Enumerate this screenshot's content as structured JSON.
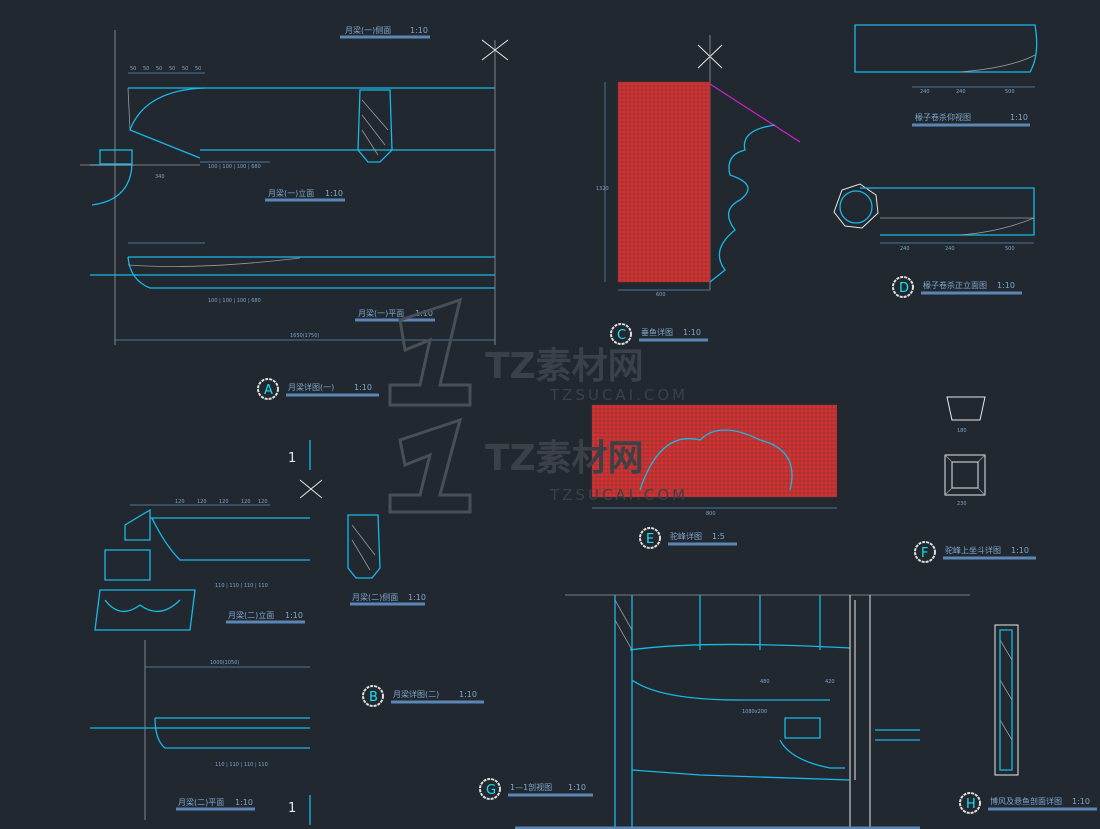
{
  "drawing": {
    "titles": {
      "a_side": "月梁(一)侧面",
      "a_side_scale": "1:10",
      "a_elev": "月梁(一)立面",
      "a_elev_scale": "1:10",
      "a_plan": "月梁(一)平面",
      "a_plan_scale": "1:10",
      "b_elev": "月梁(二)立面",
      "b_elev_scale": "1:10",
      "b_side": "月梁(二)侧面",
      "b_side_scale": "1:10",
      "b_plan": "月梁(二)平面",
      "b_plan_scale": "1:10",
      "d_plan": "椽子卷杀仰视图",
      "d_plan_scale": "1:10"
    },
    "details": [
      {
        "tag": "A",
        "title": "月梁详图(一)",
        "scale": "1:10"
      },
      {
        "tag": "B",
        "title": "月梁详图(二)",
        "scale": "1:10"
      },
      {
        "tag": "C",
        "title": "垂鱼详图",
        "scale": "1:10"
      },
      {
        "tag": "D",
        "title": "椽子卷杀正立面图",
        "scale": "1:10"
      },
      {
        "tag": "E",
        "title": "驼峰详图",
        "scale": "1:5"
      },
      {
        "tag": "F",
        "title": "驼峰上坐斗详图",
        "scale": "1:10"
      },
      {
        "tag": "G",
        "title": "1—1剖视图",
        "scale": "1:10"
      },
      {
        "tag": "H",
        "title": "博风及悬鱼剖面详图",
        "scale": "1:10"
      }
    ],
    "dimensions": {
      "a_top": [
        "50",
        "50",
        "50",
        "50",
        "50",
        "50"
      ],
      "a_bottom": "100 | 100 | 100 | 680",
      "a_len": "340",
      "a_total": "1650(1750)",
      "b_top": [
        "120",
        "120",
        "120",
        "120",
        "120"
      ],
      "b_bottom": "110 | 110 | 110 | 110",
      "b_total": "1000(1050)",
      "d_dims": [
        "240",
        "240",
        "500"
      ],
      "c_width": "600",
      "c_height": "1320",
      "e_width": "800",
      "f_dims": [
        "180",
        "230"
      ],
      "g_dims": [
        "480",
        "420",
        "1080x200"
      ],
      "section_mark": "1"
    },
    "watermark": {
      "brand": "TZ素材网",
      "url": "TZSUCAI.COM"
    }
  }
}
